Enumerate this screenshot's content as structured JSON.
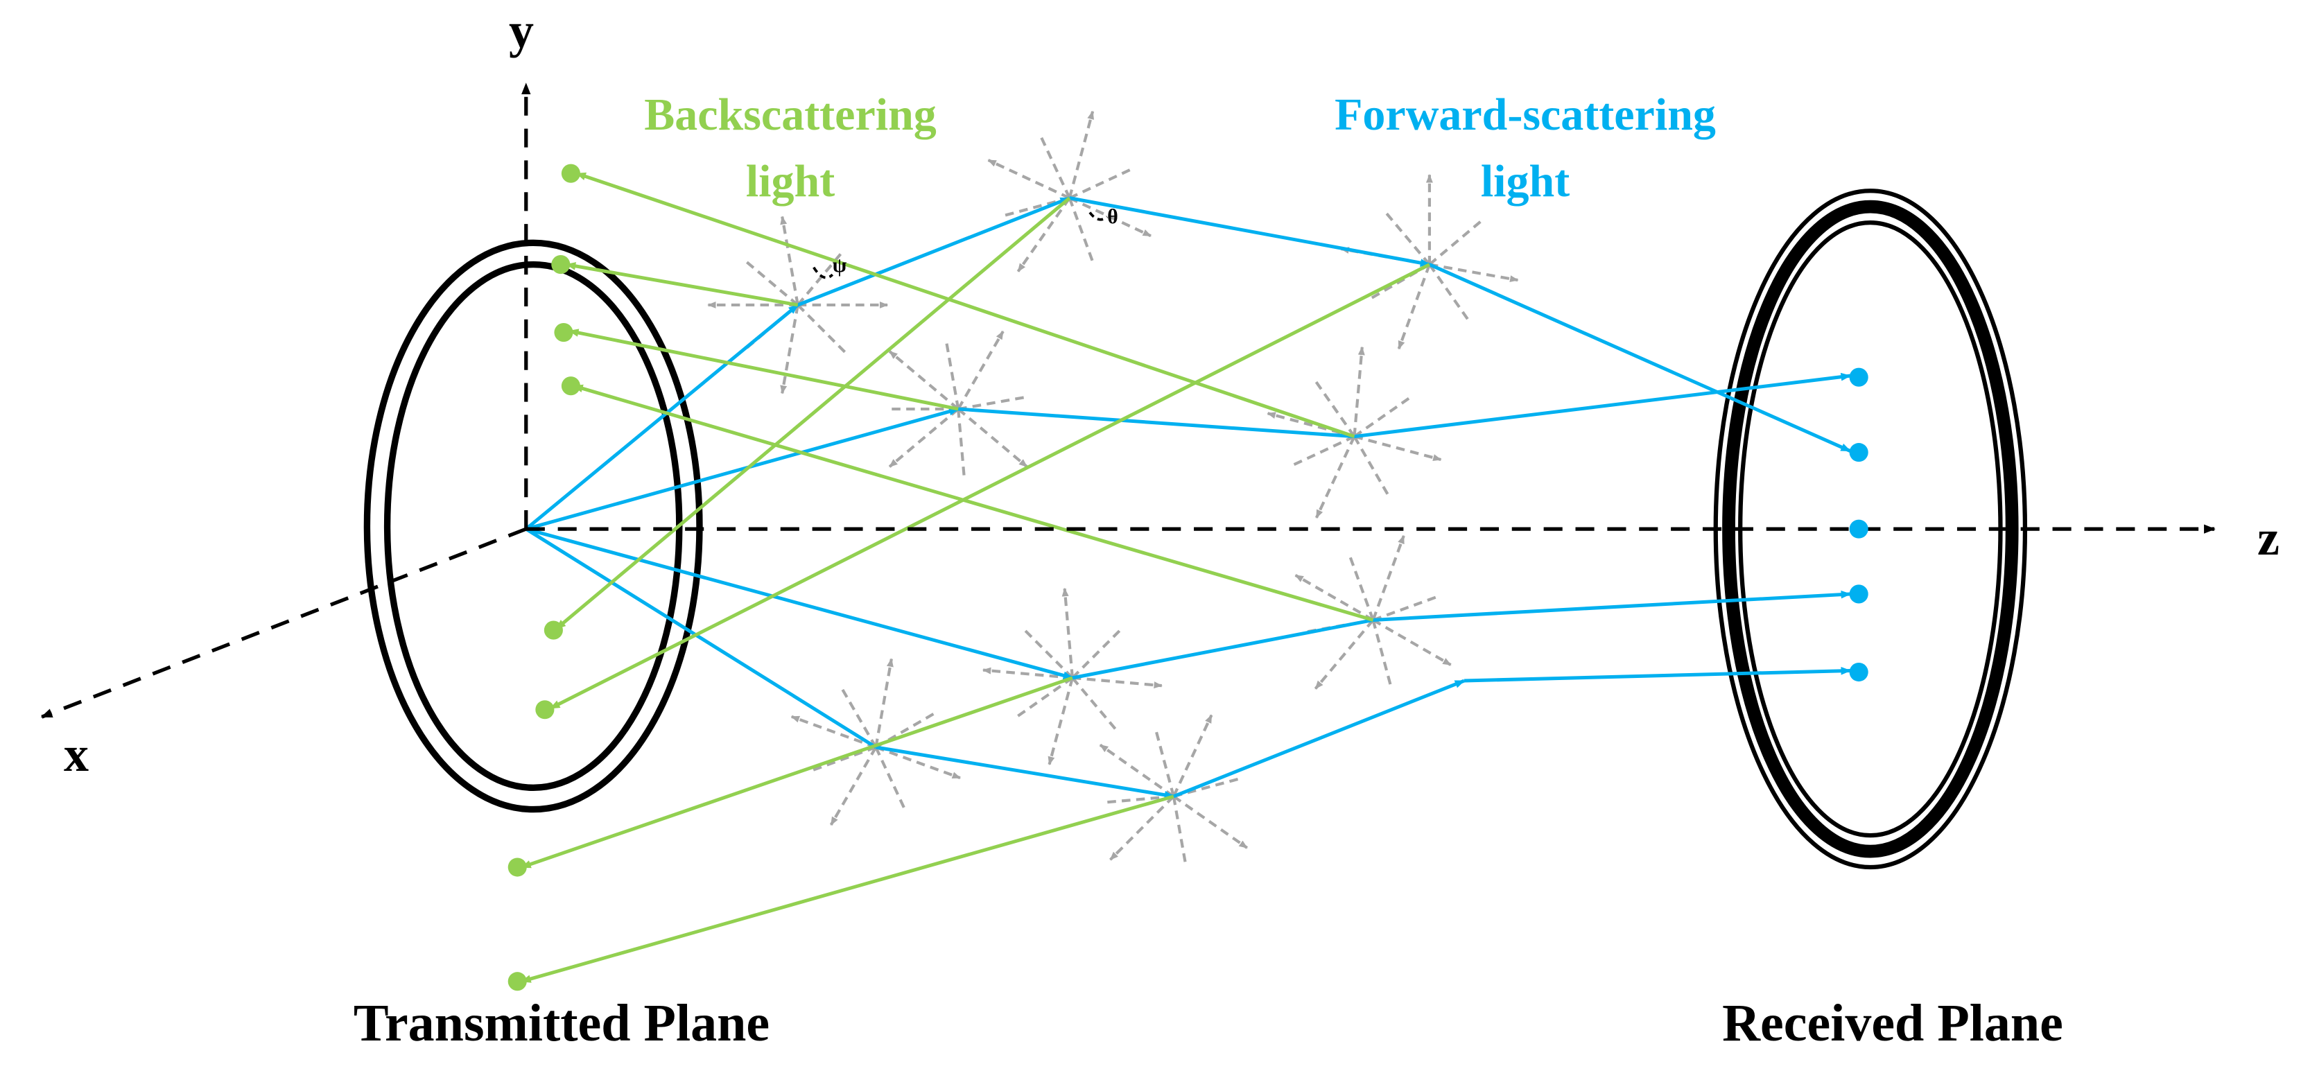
{
  "axes": {
    "x": "x",
    "y": "y",
    "z": "z"
  },
  "labels": {
    "backscattering_line1": "Backscattering",
    "backscattering_line2": "light",
    "forward_line1": "Forward-scattering",
    "forward_line2": "light",
    "transmitted_plane": "Transmitted Plane",
    "received_plane": "Received Plane",
    "angle_phi": "ψ",
    "angle_theta": "θ"
  },
  "colors": {
    "backscatter": "#92d050",
    "forward": "#00b0f0",
    "scatter_dashed": "#a6a6a6",
    "axes": "#000000"
  }
}
